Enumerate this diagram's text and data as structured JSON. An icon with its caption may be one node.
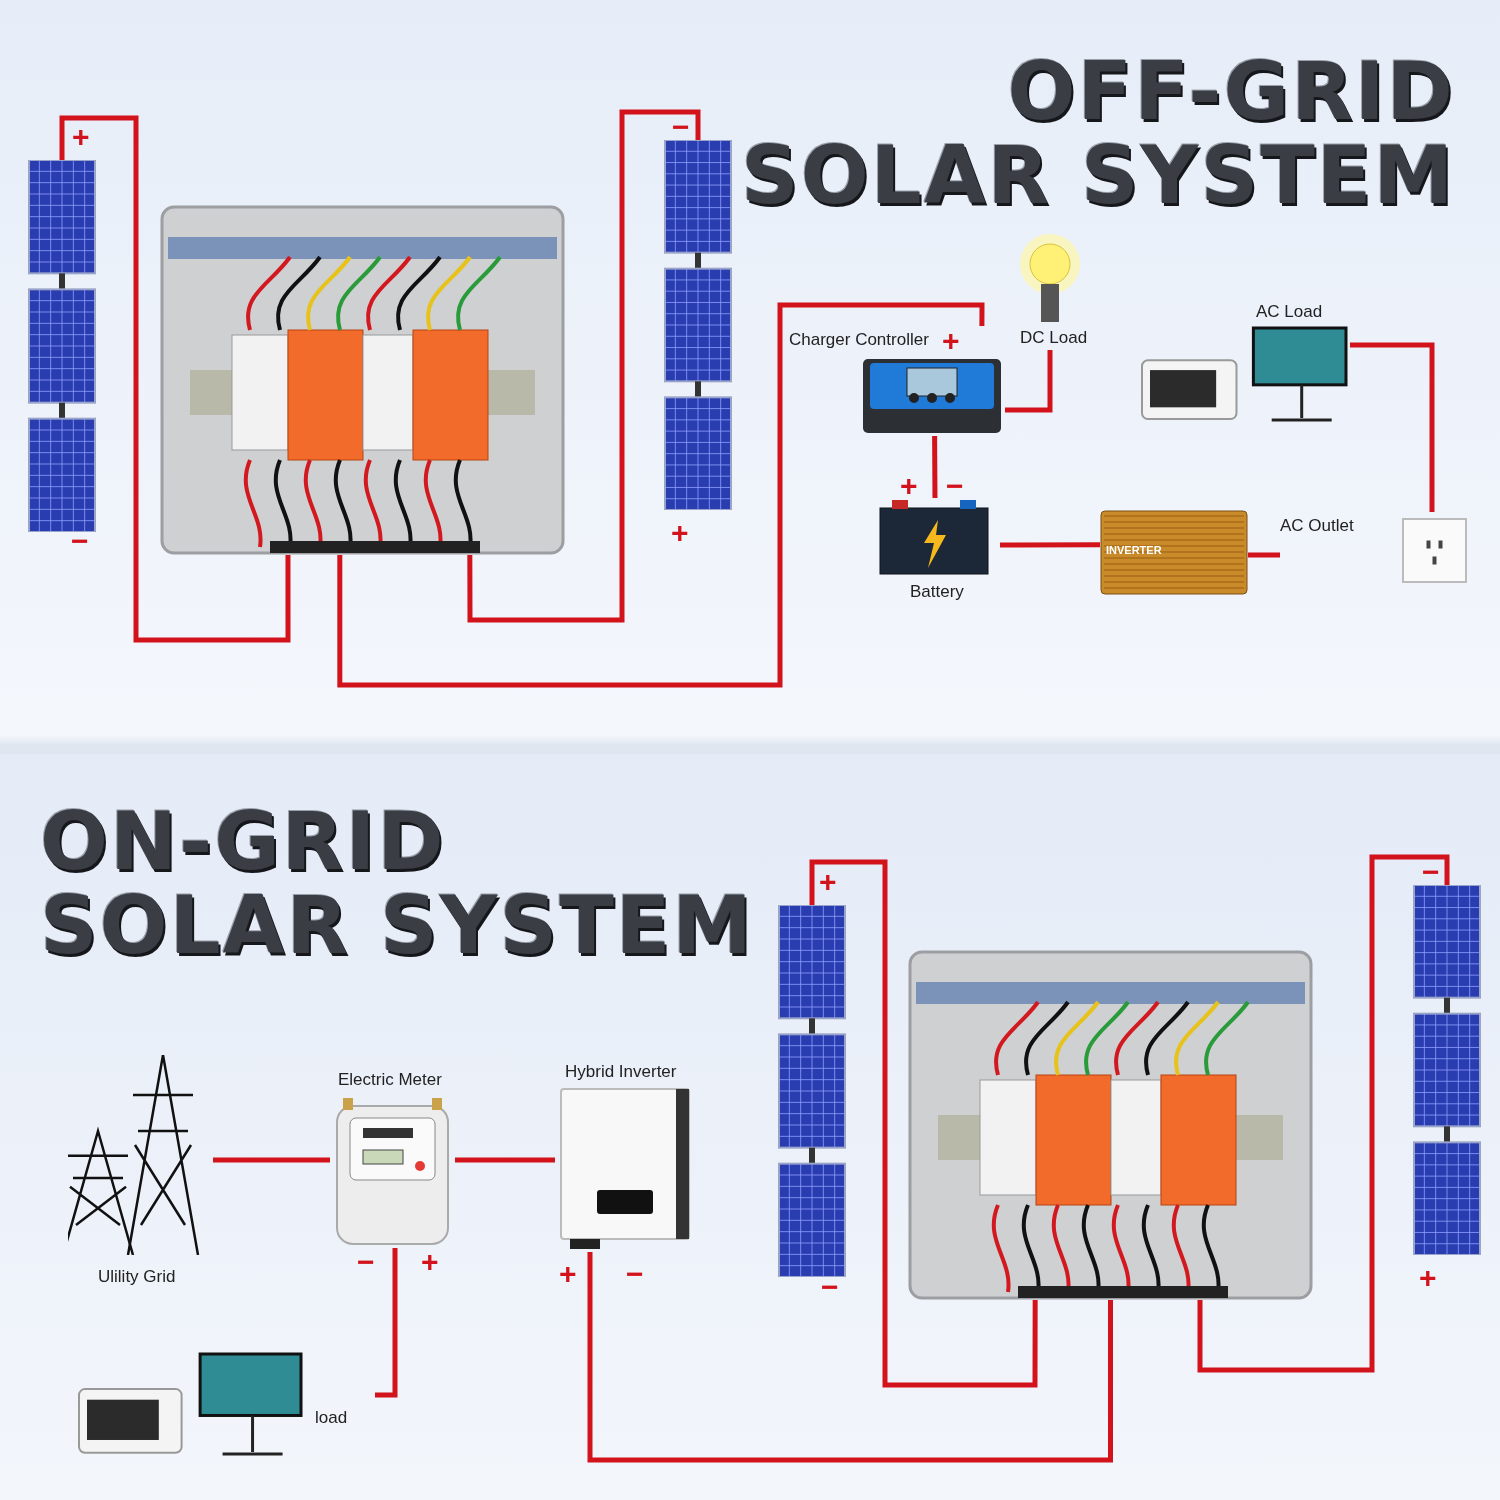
{
  "diagram": {
    "nodes": [
      {
        "text": [],
        "shape": "picture"
      },
      {
        "text": [],
        "shape": "picture"
      },
      {
        "text": [],
        "shape": "picture"
      },
      {
        "text": [
          "Charger Controller"
        ]
      },
      {
        "text": [
          "DC Load"
        ]
      },
      {
        "text": [
          "Battery"
        ]
      },
      {
        "text": [
          "INVERTER"
        ]
      },
      {
        "text": [
          "AC Outlet"
        ]
      },
      {
        "text": [
          "AC Load"
        ]
      },
      {
        "text": [
          "Ulility Grid"
        ]
      },
      {
        "text": [
          "Electric Meter"
        ]
      },
      {
        "text": [
          "Hybrid Inverter"
        ]
      },
      {
        "text": [
          "load"
        ]
      },
      {
        "text": [],
        "shape": "picture"
      },
      {
        "text": [],
        "shape": "picture"
      },
      {
        "text": [],
        "shape": "picture"
      }
    ],
    "edges": [
      {
        "from": 0,
        "to": 1,
        "arrow": "none"
      },
      {
        "from": 2,
        "to": 1,
        "arrow": "none"
      },
      {
        "from": 1,
        "to": 3,
        "arrow": "none"
      },
      {
        "from": 3,
        "to": 4,
        "arrow": "none"
      },
      {
        "from": 3,
        "to": 5,
        "arrow": "none"
      },
      {
        "from": 5,
        "to": 6,
        "arrow": "none"
      },
      {
        "from": 6,
        "to": 7,
        "arrow": "none"
      },
      {
        "from": 7,
        "to": 8,
        "arrow": "none"
      },
      {
        "from": 9,
        "to": 10,
        "arrow": "none"
      },
      {
        "from": 10,
        "to": 11,
        "arrow": "none"
      },
      {
        "from": 10,
        "to": 12,
        "arrow": "none"
      },
      {
        "from": 13,
        "to": 14,
        "arrow": "none"
      },
      {
        "from": 15,
        "to": 14,
        "arrow": "none"
      },
      {
        "from": 14,
        "to": 11,
        "arrow": "none"
      }
    ],
    "labels": [
      "OFF-GRID SOLAR SYSTEM",
      "−",
      "+",
      "+",
      "+",
      "−",
      "+",
      "−",
      "ON-GRID SOLAR SYSTEM",
      "−",
      "+",
      "−",
      "+",
      "+",
      "−",
      "+",
      "−"
    ]
  }
}
